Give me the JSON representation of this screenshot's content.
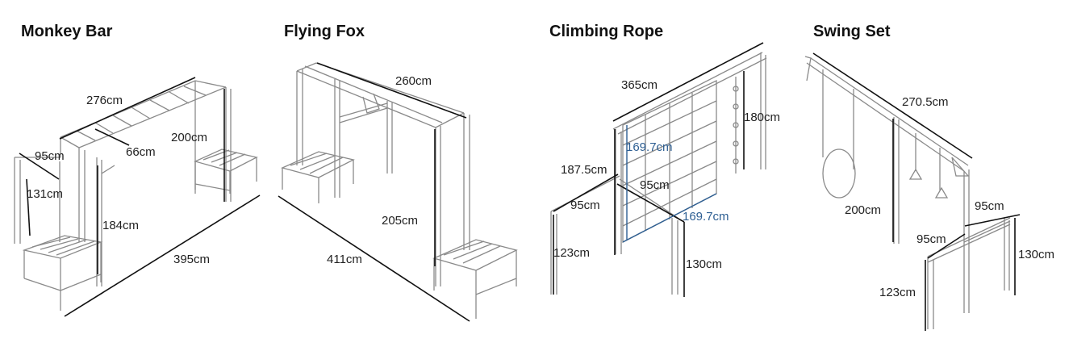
{
  "titles": {
    "monkey_bar": "Monkey Bar",
    "flying_fox": "Flying Fox",
    "climbing_rope": "Climbing Rope",
    "swing_set": "Swing Set"
  },
  "monkey_bar": {
    "length_top": "276cm",
    "rung_spacing": "66cm",
    "depth": "95cm",
    "platform_height": "131cm",
    "pole_height": "184cm",
    "height": "200cm",
    "overall_length": "395cm"
  },
  "flying_fox": {
    "length_top": "260cm",
    "height": "205cm",
    "overall_length": "411cm"
  },
  "climbing_rope": {
    "length_top": "365cm",
    "rope_height": "180cm",
    "net_height": "169.7cm",
    "net_width": "169.7cm",
    "frame_height": "187.5cm",
    "net_depth": "95cm",
    "platform_depth": "95cm",
    "platform_height": "123cm",
    "stand_height": "130cm"
  },
  "swing_set": {
    "beam_length": "270.5cm",
    "height": "200cm",
    "depth_upper": "95cm",
    "depth_lower": "95cm",
    "stand_height": "130cm",
    "platform_height": "123cm"
  },
  "colors": {
    "frame": "#8a8a8a",
    "dimension_line": "#111111",
    "net_dimension": "#2e5f93"
  }
}
